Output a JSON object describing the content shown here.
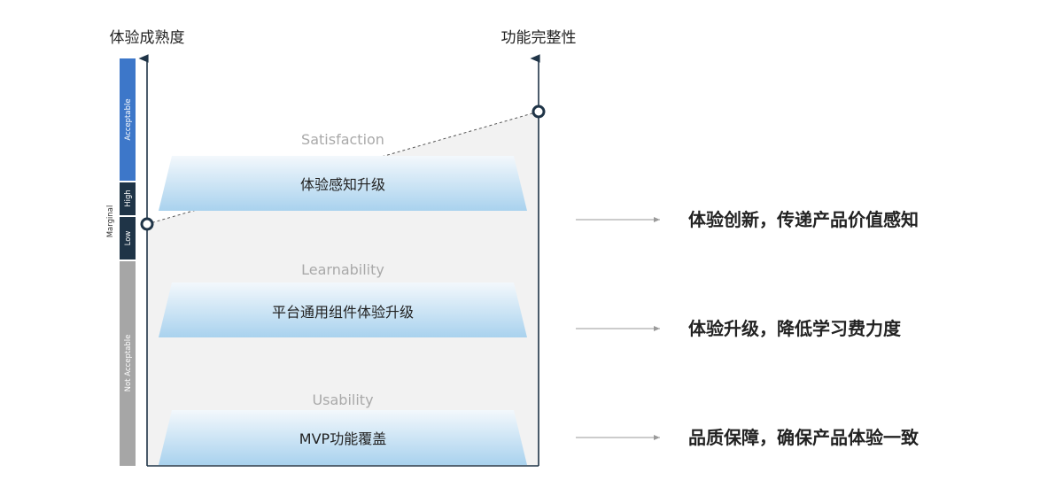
{
  "axes": {
    "left_title": "体验成熟度",
    "right_title": "功能完整性"
  },
  "scale": {
    "marginal_label": "Marginal",
    "segments": [
      {
        "label": "Acceptable",
        "color": "#3d77c9"
      },
      {
        "label": "High",
        "color": "#1f3447"
      },
      {
        "label": "Low",
        "color": "#1f3447"
      },
      {
        "label": "Not Acceptable",
        "color": "#a6a6a6"
      }
    ]
  },
  "levels": [
    {
      "category": "Satisfaction",
      "band": "体验感知升级",
      "outcome": "体验创新，传递产品价值感知"
    },
    {
      "category": "Learnability",
      "band": "平台通用组件体验升级",
      "outcome": "体验升级，降低学习费力度"
    },
    {
      "category": "Usability",
      "band": "MVP功能覆盖",
      "outcome": "品质保障，确保产品体验一致"
    }
  ],
  "colors": {
    "axis": "#1f3447",
    "category_text": "#a9a9a9",
    "band_top": "#f3f8fc",
    "band_bottom": "#a9d2ee",
    "arrow": "#9a9a9a",
    "outcome_text": "#222222",
    "fill_area": "#f2f2f2"
  }
}
